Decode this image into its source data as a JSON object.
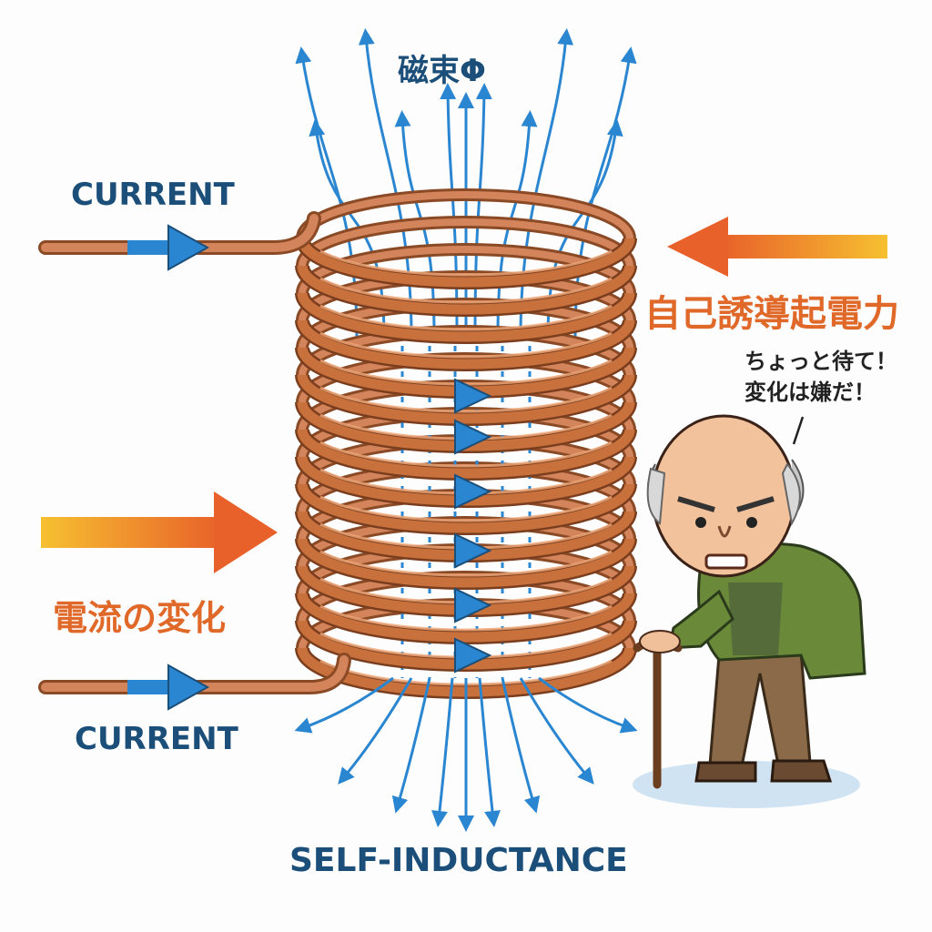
{
  "title": "磁束Φ",
  "labels": {
    "current_top": "CURRENT",
    "current_bottom": "CURRENT",
    "emf": "自己誘導起電力",
    "current_change": "電流の変化",
    "footer": "SELF-INDUCTANCE"
  },
  "speech": {
    "line1": "ちょっと待て！",
    "line2": "変化は嫌だ！"
  },
  "colors": {
    "copper": "#c8713d",
    "copper_light": "#f0a878",
    "field_blue": "#2a86d0",
    "label_blue": "#1b4f7a",
    "orange": "#e0692a",
    "yellow": "#f6c030",
    "jacket": "#6a8a3a",
    "pants": "#8a6a48"
  }
}
